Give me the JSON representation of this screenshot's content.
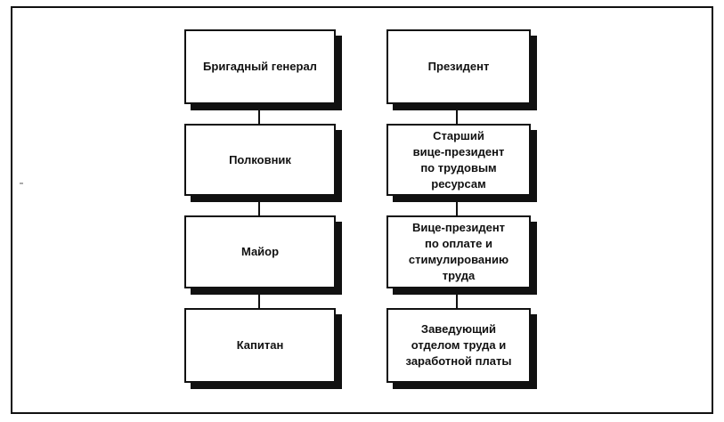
{
  "left_column": {
    "box1": "Бригадный генерал",
    "box2": "Полковник",
    "box3": "Майор",
    "box4": "Капитан"
  },
  "right_column": {
    "box1": "Президент",
    "box2": "Старший\nвице-президент\nпо трудовым\nресурсам",
    "box3": "Вице-президент\nпо оплате и\nстимулированию\nтруда",
    "box4": "Заведующий\nотделом труда и\nзаработной платы"
  }
}
